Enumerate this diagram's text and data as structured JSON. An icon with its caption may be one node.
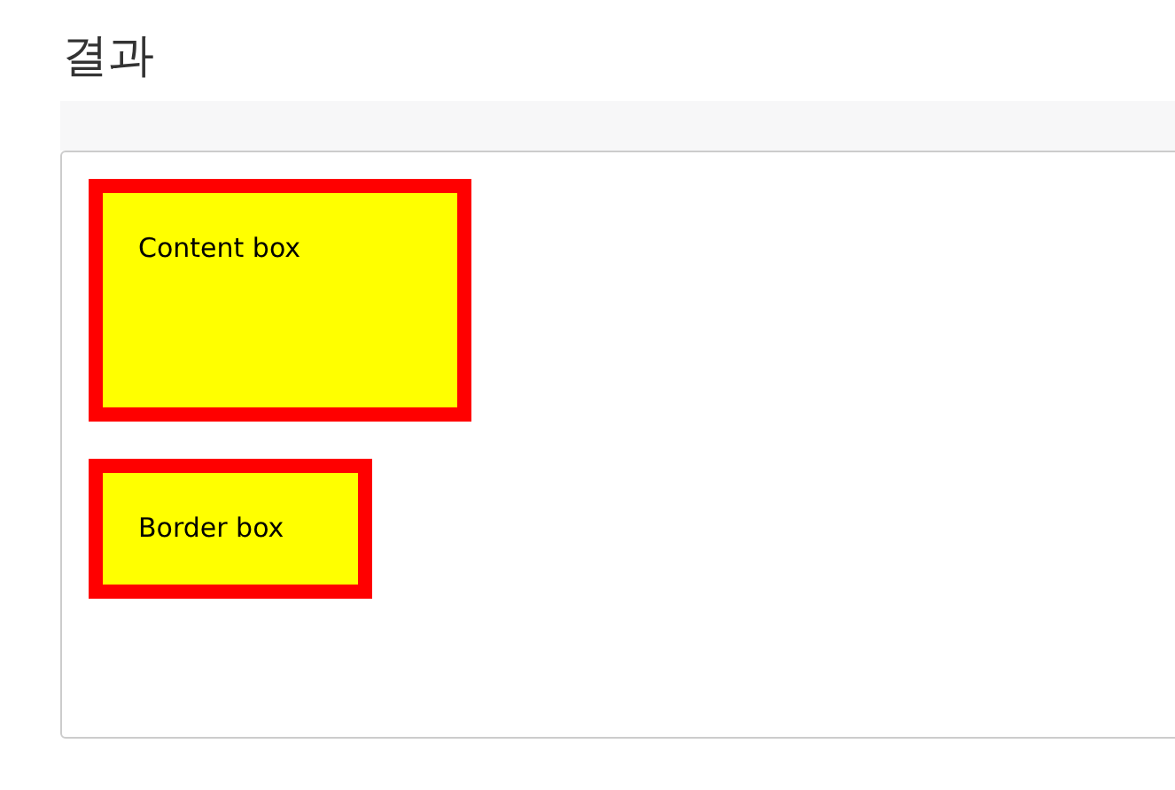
{
  "diagram": {
    "title": "결과",
    "nodes": [
      {
        "text": [
          "Content box"
        ]
      },
      {
        "text": [
          "Border box"
        ]
      }
    ]
  }
}
